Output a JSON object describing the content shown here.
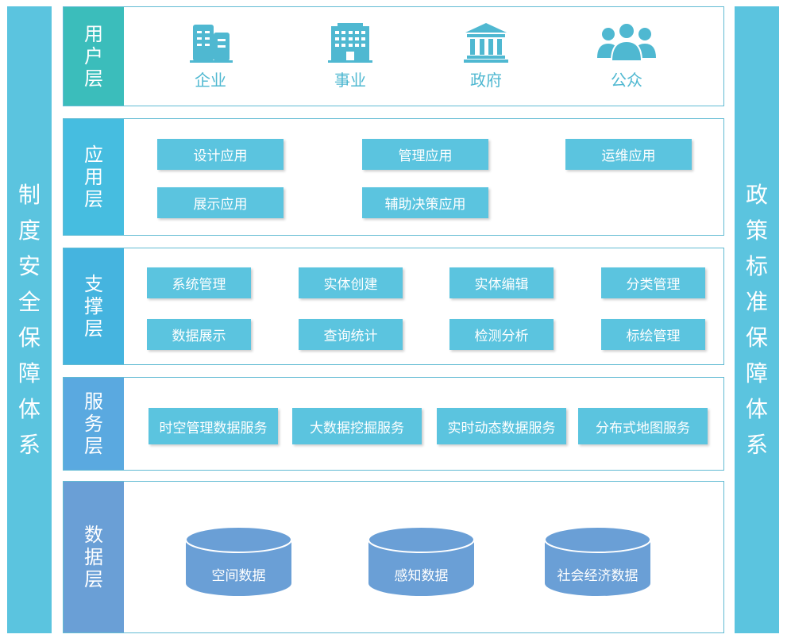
{
  "left_pillar": [
    "制",
    "度",
    "安",
    "全",
    "保",
    "障",
    "体",
    "系"
  ],
  "right_pillar": [
    "政",
    "策",
    "标",
    "准",
    "保",
    "障",
    "体",
    "系"
  ],
  "user_layer": {
    "label": [
      "用",
      "户",
      "层"
    ],
    "items": [
      {
        "name": "企业",
        "icon": "office-building-icon"
      },
      {
        "name": "事业",
        "icon": "institution-building-icon"
      },
      {
        "name": "政府",
        "icon": "government-building-icon"
      },
      {
        "name": "公众",
        "icon": "people-group-icon"
      }
    ]
  },
  "app_layer": {
    "label": [
      "应",
      "用",
      "层"
    ],
    "items": [
      "设计应用",
      "管理应用",
      "运维应用",
      "展示应用",
      "辅助决策应用"
    ]
  },
  "support_layer": {
    "label": [
      "支",
      "撑",
      "层"
    ],
    "items": [
      "系统管理",
      "实体创建",
      "实体编辑",
      "分类管理",
      "数据展示",
      "查询统计",
      "检测分析",
      "标绘管理"
    ]
  },
  "service_layer": {
    "label": [
      "服",
      "务",
      "层"
    ],
    "items": [
      "时空管理数据服务",
      "大数据挖掘服务",
      "实时动态数据服务",
      "分布式地图服务"
    ]
  },
  "data_layer": {
    "label": [
      "数",
      "据",
      "层"
    ],
    "items": [
      "空间数据",
      "感知数据",
      "社会经济数据"
    ]
  },
  "colors": {
    "pillar": "#5bc4df",
    "box": "#5bc4df",
    "icon": "#4fb8d1",
    "cylinder": "#6a9fd6",
    "border": "#62bbd3"
  }
}
